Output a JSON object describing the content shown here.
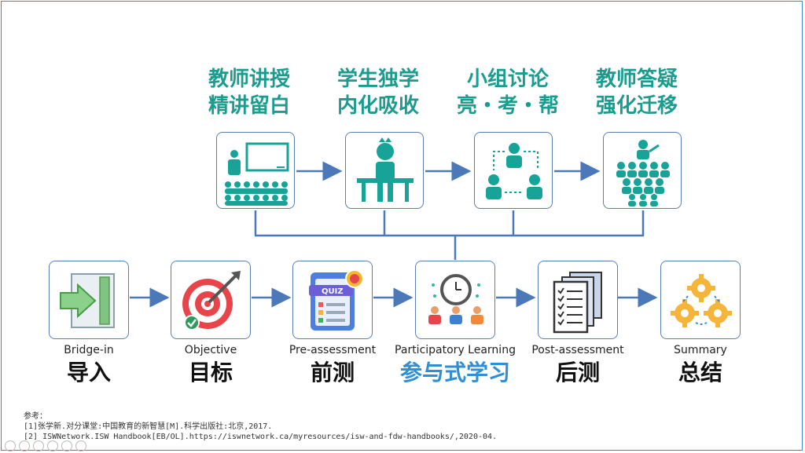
{
  "top_stages": [
    {
      "line1": "教师讲授",
      "line2": "精讲留白",
      "icon": "teacher-lecture-icon"
    },
    {
      "line1": "学生独学",
      "line2": "内化吸收",
      "icon": "student-study-icon"
    },
    {
      "line1": "小组讨论",
      "line2": "亮・考・帮",
      "icon": "group-discussion-icon"
    },
    {
      "line1": "教师答疑",
      "line2": "强化迁移",
      "icon": "teacher-qa-icon"
    }
  ],
  "steps": [
    {
      "en": "Bridge-in",
      "cn": "导入",
      "icon": "bridge-in-icon"
    },
    {
      "en": "Objective",
      "cn": "目标",
      "icon": "target-icon"
    },
    {
      "en": "Pre-assessment",
      "cn": "前测",
      "icon": "quiz-icon"
    },
    {
      "en": "Participatory Learning",
      "cn": "参与式学习",
      "icon": "participatory-icon"
    },
    {
      "en": "Post-assessment",
      "cn": "后测",
      "icon": "checklist-icon"
    },
    {
      "en": "Summary",
      "cn": "总结",
      "icon": "gears-icon"
    }
  ],
  "references": {
    "heading": "参考：",
    "items": [
      "[1]张学新.对分课堂:中国教育的新智慧[M].科学出版社:北京,2017.",
      "[2] ISWNetwork.ISW Handbook[EB/OL].https://iswnetwork.ca/myresources/isw-and-fdw-handbooks/,2020-04."
    ]
  },
  "colors": {
    "teal": "#1a9c8f",
    "arrow": "#4a78b8",
    "accent": "#2e8fd6"
  }
}
